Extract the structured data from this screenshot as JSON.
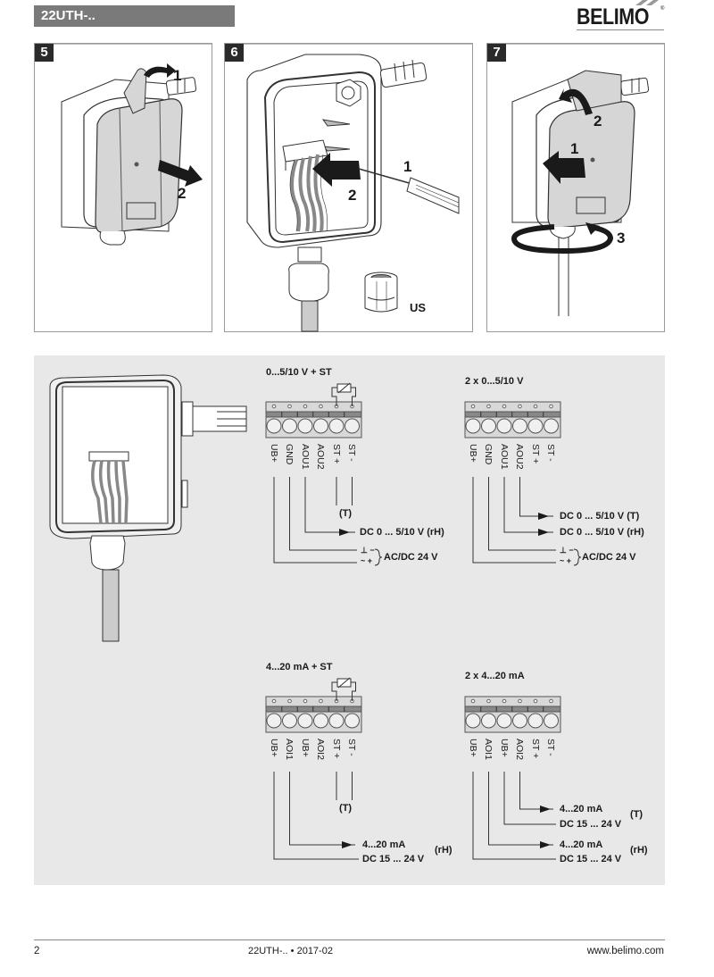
{
  "header": {
    "title": "22UTH-..",
    "logo": "BELIMO",
    "logo_registered": "®"
  },
  "steps": [
    {
      "number": "5",
      "callouts": [
        "1",
        "2"
      ]
    },
    {
      "number": "6",
      "callouts": [
        "1",
        "2"
      ],
      "variant_label": "US"
    },
    {
      "number": "7",
      "callouts": [
        "1",
        "2",
        "3"
      ]
    }
  ],
  "wiring": {
    "diagrams": [
      {
        "title": "0...5/10 V + ST",
        "pins": [
          "UB+",
          "GND",
          "AOU1",
          "AOU2",
          "ST +",
          "ST -"
        ],
        "sensor_tag": "(T)",
        "outputs": [
          "DC 0 ... 5/10 V (rH)"
        ],
        "supply_symbols": [
          "⊥ −",
          "~ +"
        ],
        "supply_label": "AC/DC 24 V"
      },
      {
        "title": "2 x 0...5/10 V",
        "pins": [
          "UB+",
          "GND",
          "AOU1",
          "AOU2",
          "ST +",
          "ST -"
        ],
        "outputs": [
          "DC 0 ... 5/10 V (T)",
          "DC 0 ... 5/10 V (rH)"
        ],
        "supply_symbols": [
          "⊥ −",
          "~ +"
        ],
        "supply_label": "AC/DC 24 V"
      },
      {
        "title": "4...20 mA + ST",
        "pins": [
          "UB+",
          "AOI1",
          "UB+",
          "AOI2",
          "ST +",
          "ST -"
        ],
        "sensor_tag": "(T)",
        "outputs": [
          "4...20 mA",
          "DC 15 ... 24 V"
        ],
        "output_tag": "(rH)"
      },
      {
        "title": "2 x 4...20 mA",
        "pins": [
          "UB+",
          "AOI1",
          "UB+",
          "AOI2",
          "ST +",
          "ST -"
        ],
        "outputs_t": [
          "4...20 mA",
          "DC 15 ... 24 V"
        ],
        "output_tag_t": "(T)",
        "outputs_rh": [
          "4...20 mA",
          "DC 15 ... 24 V"
        ],
        "output_tag_rh": "(rH)"
      }
    ]
  },
  "footer": {
    "page": "2",
    "doc": "22UTH-.. • 2017-02",
    "website": "www.belimo.com"
  }
}
